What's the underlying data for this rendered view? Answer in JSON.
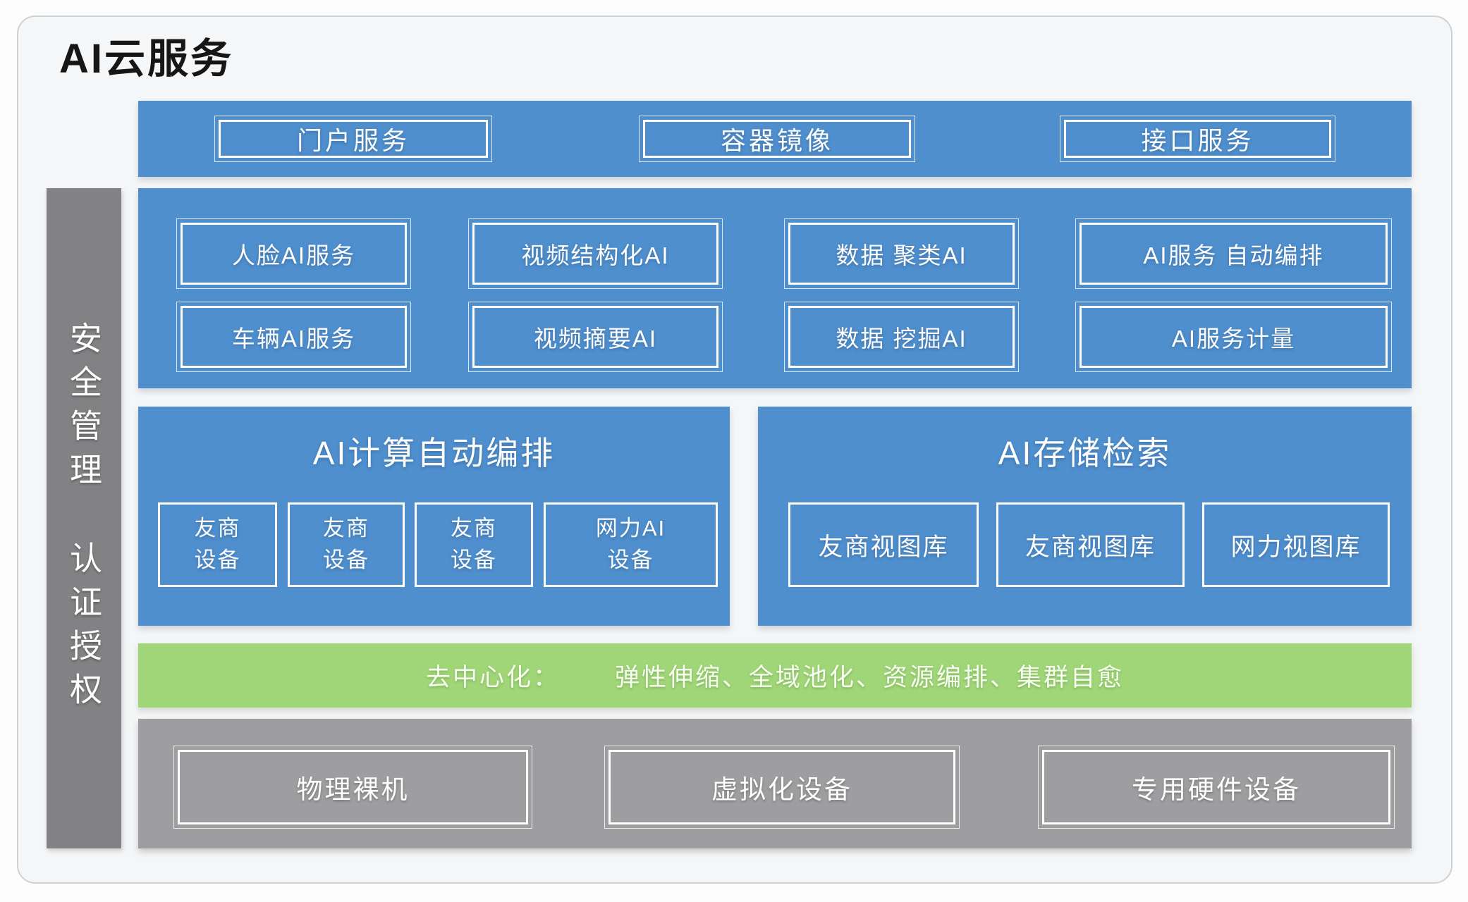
{
  "title": "AI云服务",
  "sidebar": {
    "group1": "安全管理",
    "group2": "认证授权"
  },
  "top_bar": {
    "items": [
      "门户服务",
      "容器镜像",
      "接口服务"
    ]
  },
  "ai_services": {
    "row1": [
      "人脸AI服务",
      "视频结构化AI",
      "数据 聚类AI",
      "AI服务 自动编排"
    ],
    "row2": [
      "车辆AI服务",
      "视频摘要AI",
      "数据 挖掘AI",
      "AI服务计量"
    ]
  },
  "compute": {
    "title": "AI计算自动编排",
    "devices": [
      "友商\n设备",
      "友商\n设备",
      "友商\n设备",
      "网力AI\n设备"
    ]
  },
  "storage": {
    "title": "AI存储检索",
    "repos": [
      "友商视图库",
      "友商视图库",
      "网力视图库"
    ]
  },
  "decentral_bar": {
    "prefix": "去中心化：",
    "features": "弹性伸缩、全域池化、资源编排、集群自愈"
  },
  "hardware": {
    "items": [
      "物理裸机",
      "虚拟化设备",
      "专用硬件设备"
    ]
  },
  "colors": {
    "block_blue": "#4f8fce",
    "decentral_green": "#a0d678",
    "sidebar_gray": "#828284",
    "hardware_gray": "#9e9ea0",
    "panel_background": "#f5f6f7"
  }
}
